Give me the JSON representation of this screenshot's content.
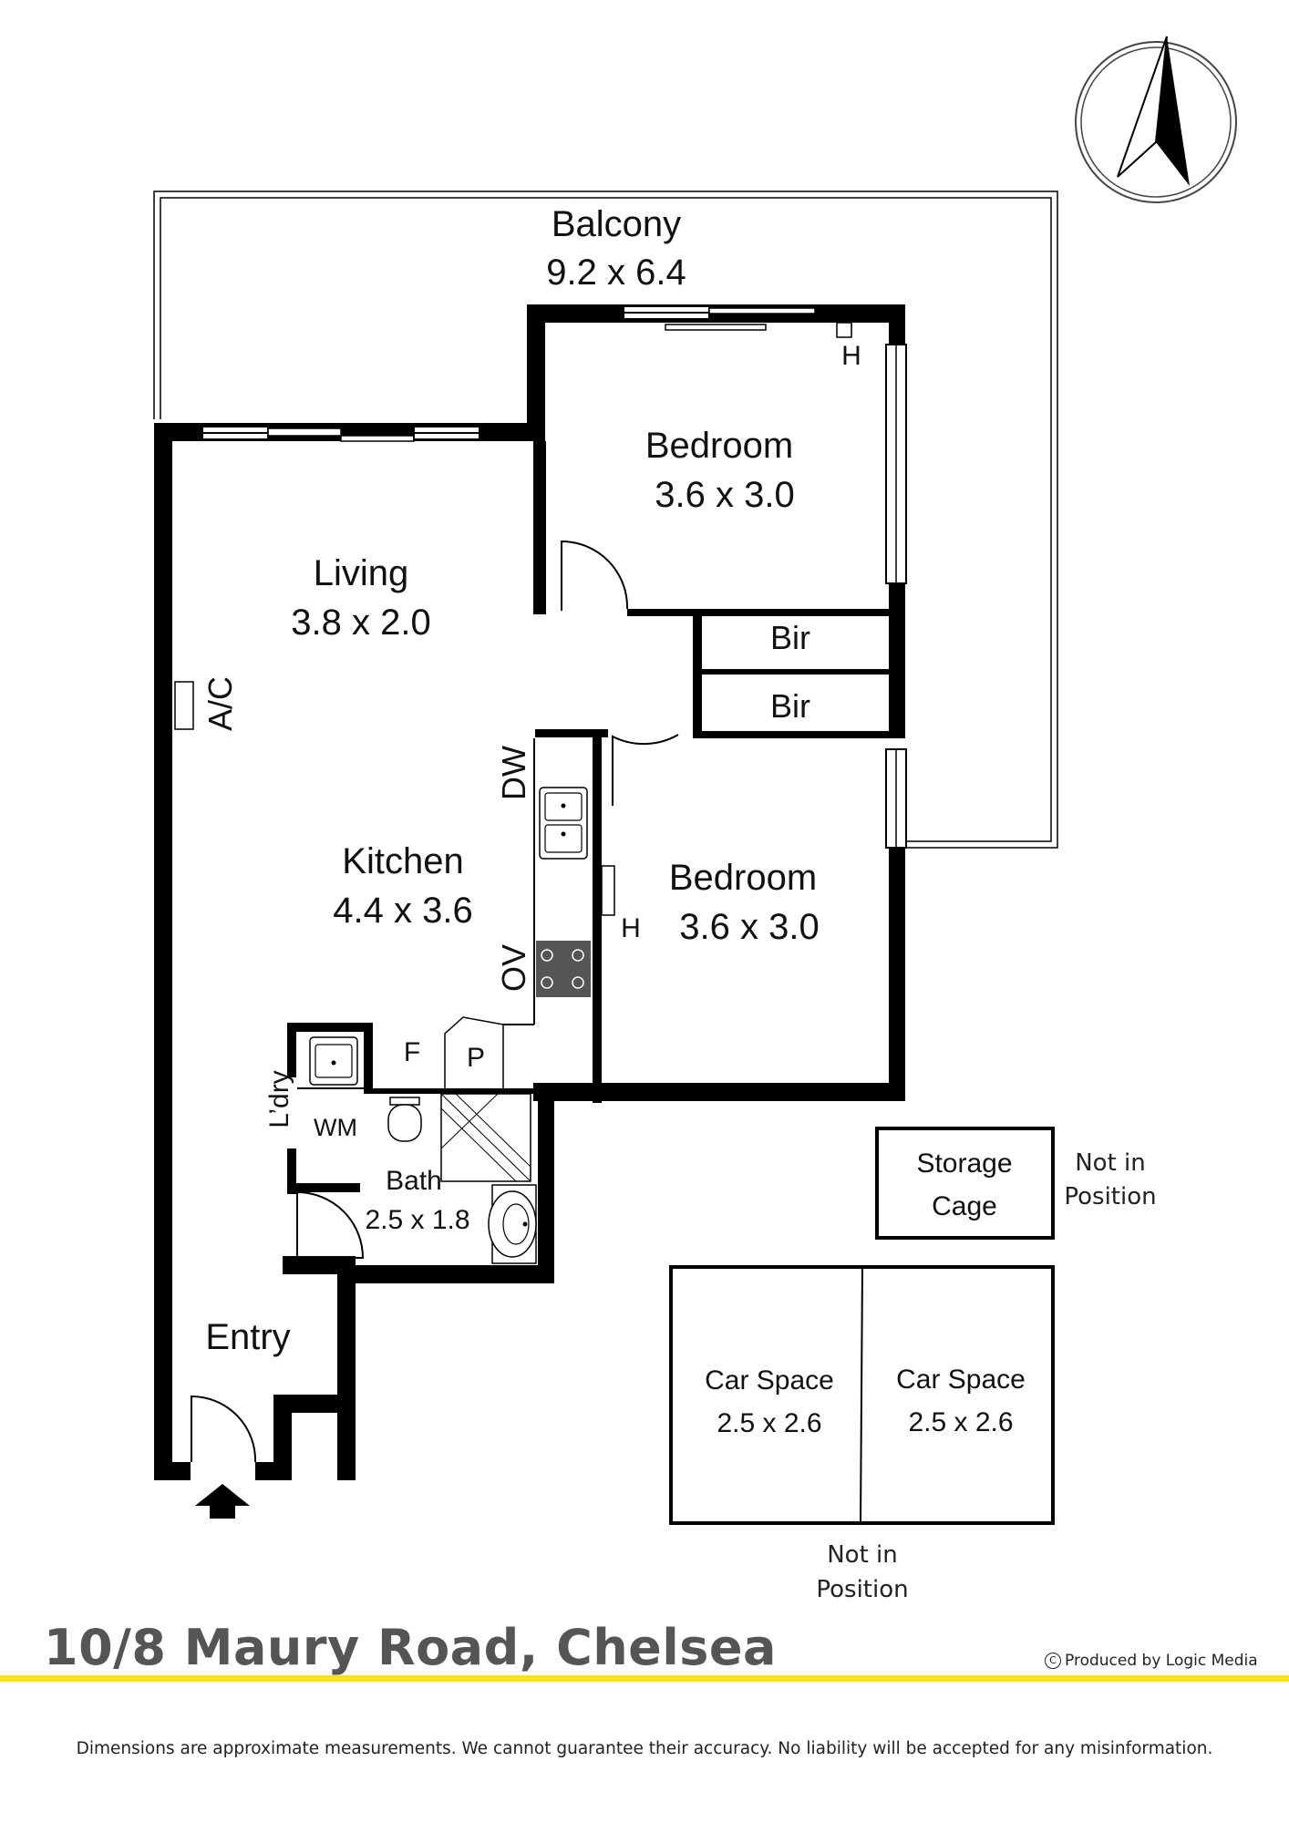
{
  "rooms": {
    "balcony": {
      "name": "Balcony",
      "size": "9.2 x 6.4"
    },
    "bedroom_top": {
      "name": "Bedroom",
      "size": "3.6 x 3.0"
    },
    "living": {
      "name": "Living",
      "size": "3.8 x 2.0"
    },
    "kitchen": {
      "name": "Kitchen",
      "size": "4.4 x 3.6"
    },
    "bedroom_bottom": {
      "name": "Bedroom",
      "size": "3.6 x 3.0"
    },
    "bath": {
      "name": "Bath",
      "size": "2.5 x 1.8"
    },
    "entry": {
      "name": "Entry"
    },
    "bir_1": {
      "name": "Bir"
    },
    "bir_2": {
      "name": "Bir"
    }
  },
  "fixtures": {
    "ac": "A/C",
    "dishwasher": "DW",
    "oven": "OV",
    "heater_top": "H",
    "heater_bottom": "H",
    "fridge": "F",
    "pantry": "P",
    "laundry": "L’dry",
    "washing_machine": "WM"
  },
  "storage": {
    "name_line1": "Storage",
    "name_line2": "Cage",
    "note_line1": "Not in",
    "note_line2": "Position"
  },
  "car_spaces": {
    "left": {
      "name": "Car Space",
      "size": "2.5 x 2.6"
    },
    "right": {
      "name": "Car Space",
      "size": "2.5 x 2.6"
    },
    "note_line1": "Not in",
    "note_line2": "Position"
  },
  "footer": {
    "address": "10/8 Maury Road, Chelsea",
    "credit": "Produced by Logic Media",
    "copyright_symbol": "C",
    "disclaimer": "Dimensions are approximate measurements. We cannot guarantee their accuracy. No liability will be accepted for any misinformation."
  },
  "colors": {
    "accent_line": "#f8e21a",
    "address_text": "#555555",
    "walls": "#000000"
  }
}
